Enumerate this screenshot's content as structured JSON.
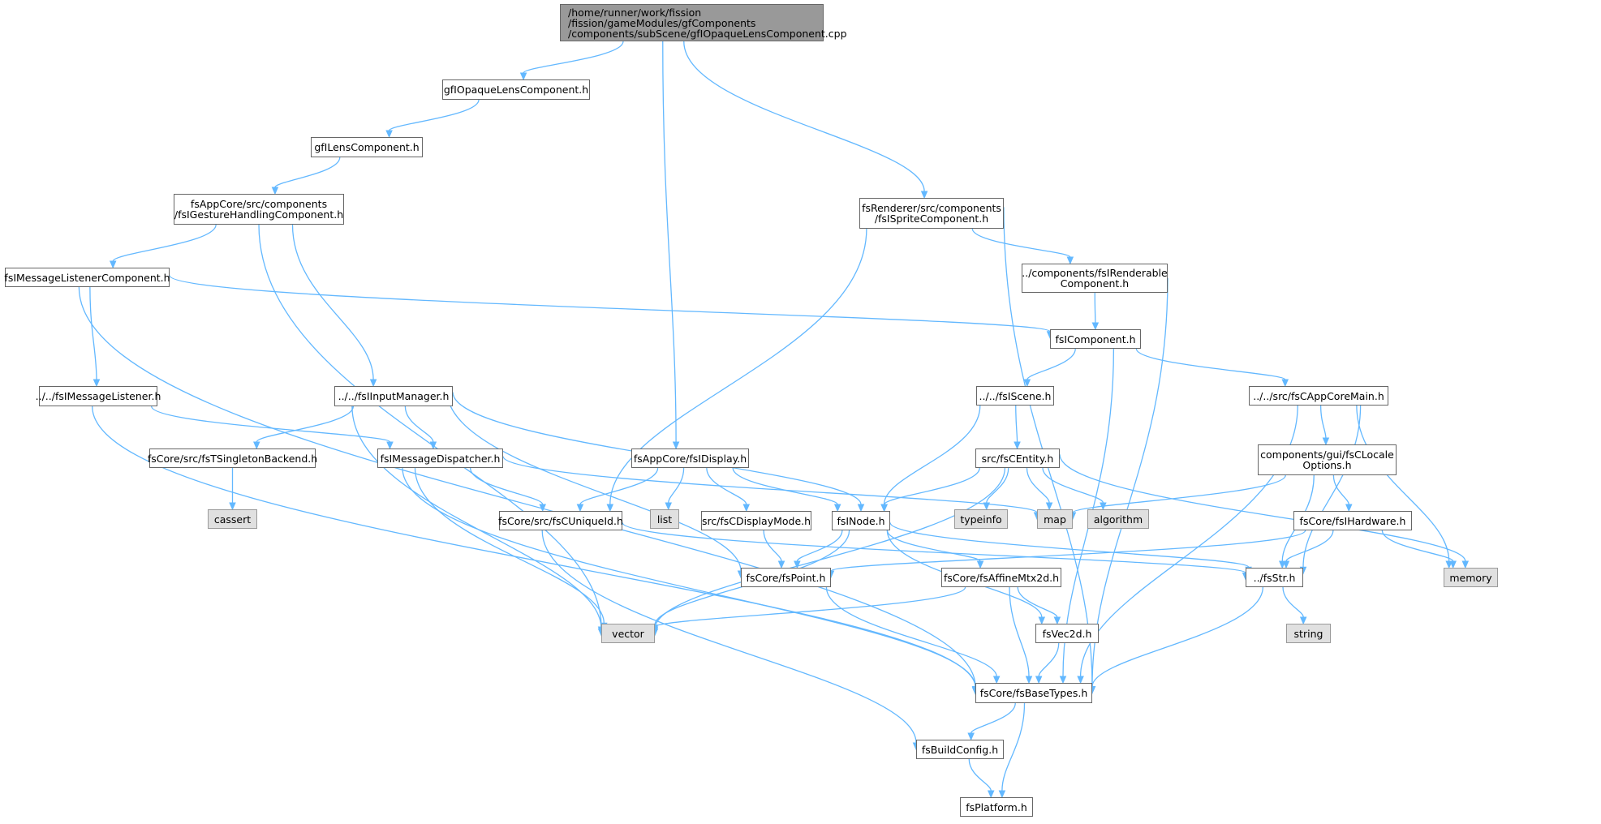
{
  "colors": {
    "edge": "#63b8ff",
    "node_border": "#666666",
    "node_fill": "#ffffff",
    "system_header_fill": "#e0e0e0",
    "root_fill": "#999999"
  },
  "nodes": [
    {
      "id": "root",
      "label": "/home/runner/work/fission\n/fission/gameModules/gfComponents\n/components/subScene/gfIOpaqueLensComponent.cpp",
      "kind": "root"
    },
    {
      "id": "gfIOpaque",
      "label": "gfIOpaqueLensComponent.h",
      "kind": "header"
    },
    {
      "id": "gfILens",
      "label": "gfILensComponent.h",
      "kind": "header"
    },
    {
      "id": "gesture",
      "label": "fsAppCore/src/components\n/fsIGestureHandlingComponent.h",
      "kind": "header"
    },
    {
      "id": "msgListenerComp",
      "label": "fsIMessageListenerComponent.h",
      "kind": "header"
    },
    {
      "id": "msgListener",
      "label": "../../fsIMessageListener.h",
      "kind": "header"
    },
    {
      "id": "inputMgr",
      "label": "../../fsIInputManager.h",
      "kind": "header"
    },
    {
      "id": "singleton",
      "label": "fsCore/src/fsTSingletonBackend.h",
      "kind": "header"
    },
    {
      "id": "cassert",
      "label": "cassert",
      "kind": "system"
    },
    {
      "id": "msgDispatcher",
      "label": "fsIMessageDispatcher.h",
      "kind": "header"
    },
    {
      "id": "display",
      "label": "fsAppCore/fsIDisplay.h",
      "kind": "header"
    },
    {
      "id": "list",
      "label": "list",
      "kind": "system"
    },
    {
      "id": "uniqueId",
      "label": "fsCore/src/fsCUniqueId.h",
      "kind": "header"
    },
    {
      "id": "displayMode",
      "label": "src/fsCDisplayMode.h",
      "kind": "header"
    },
    {
      "id": "inode",
      "label": "fsINode.h",
      "kind": "header"
    },
    {
      "id": "point",
      "label": "fsCore/fsPoint.h",
      "kind": "header"
    },
    {
      "id": "vector",
      "label": "vector",
      "kind": "system"
    },
    {
      "id": "affine",
      "label": "fsCore/fsAffineMtx2d.h",
      "kind": "header"
    },
    {
      "id": "vec2d",
      "label": "fsVec2d.h",
      "kind": "header"
    },
    {
      "id": "baseTypes",
      "label": "fsCore/fsBaseTypes.h",
      "kind": "header"
    },
    {
      "id": "buildConfig",
      "label": "fsBuildConfig.h",
      "kind": "header"
    },
    {
      "id": "platform",
      "label": "fsPlatform.h",
      "kind": "header"
    },
    {
      "id": "sprite",
      "label": "fsRenderer/src/components\n/fsISpriteComponent.h",
      "kind": "header"
    },
    {
      "id": "renderable",
      "label": "../components/fsIRenderable\nComponent.h",
      "kind": "header"
    },
    {
      "id": "component",
      "label": "fsIComponent.h",
      "kind": "header"
    },
    {
      "id": "scene",
      "label": "../../fsIScene.h",
      "kind": "header"
    },
    {
      "id": "entity",
      "label": "src/fsCEntity.h",
      "kind": "header"
    },
    {
      "id": "typeinfo",
      "label": "typeinfo",
      "kind": "system"
    },
    {
      "id": "map",
      "label": "map",
      "kind": "system"
    },
    {
      "id": "algorithm",
      "label": "algorithm",
      "kind": "system"
    },
    {
      "id": "appCoreMain",
      "label": "../../src/fsCAppCoreMain.h",
      "kind": "header"
    },
    {
      "id": "locale",
      "label": "components/gui/fsCLocale\nOptions.h",
      "kind": "header"
    },
    {
      "id": "hardware",
      "label": "fsCore/fsIHardware.h",
      "kind": "header"
    },
    {
      "id": "str",
      "label": "../fsStr.h",
      "kind": "header"
    },
    {
      "id": "memory",
      "label": "memory",
      "kind": "system"
    },
    {
      "id": "string",
      "label": "string",
      "kind": "system"
    }
  ],
  "edges": [
    [
      "root",
      "gfIOpaque"
    ],
    [
      "root",
      "display"
    ],
    [
      "root",
      "sprite"
    ],
    [
      "gfIOpaque",
      "gfILens"
    ],
    [
      "gfILens",
      "gesture"
    ],
    [
      "gesture",
      "msgListenerComp"
    ],
    [
      "gesture",
      "inputMgr"
    ],
    [
      "gesture",
      "vector"
    ],
    [
      "msgListenerComp",
      "msgListener"
    ],
    [
      "msgListenerComp",
      "component"
    ],
    [
      "msgListenerComp",
      "baseTypes"
    ],
    [
      "msgListener",
      "msgDispatcher"
    ],
    [
      "msgListener",
      "baseTypes"
    ],
    [
      "inputMgr",
      "singleton"
    ],
    [
      "inputMgr",
      "msgDispatcher"
    ],
    [
      "inputMgr",
      "inode"
    ],
    [
      "inputMgr",
      "point"
    ],
    [
      "inputMgr",
      "vector"
    ],
    [
      "singleton",
      "cassert"
    ],
    [
      "msgDispatcher",
      "uniqueId"
    ],
    [
      "msgDispatcher",
      "map"
    ],
    [
      "msgDispatcher",
      "vector"
    ],
    [
      "msgDispatcher",
      "baseTypes"
    ],
    [
      "display",
      "list"
    ],
    [
      "display",
      "uniqueId"
    ],
    [
      "display",
      "displayMode"
    ],
    [
      "display",
      "inode"
    ],
    [
      "uniqueId",
      "str"
    ],
    [
      "uniqueId",
      "buildConfig"
    ],
    [
      "displayMode",
      "point"
    ],
    [
      "inode",
      "point"
    ],
    [
      "inode",
      "vector"
    ],
    [
      "inode",
      "affine"
    ],
    [
      "inode",
      "vec2d"
    ],
    [
      "inode",
      "str"
    ],
    [
      "point",
      "baseTypes"
    ],
    [
      "affine",
      "vector"
    ],
    [
      "affine",
      "vec2d"
    ],
    [
      "affine",
      "baseTypes"
    ],
    [
      "vec2d",
      "baseTypes"
    ],
    [
      "baseTypes",
      "buildConfig"
    ],
    [
      "baseTypes",
      "platform"
    ],
    [
      "buildConfig",
      "platform"
    ],
    [
      "sprite",
      "uniqueId"
    ],
    [
      "sprite",
      "renderable"
    ],
    [
      "sprite",
      "baseTypes"
    ],
    [
      "renderable",
      "component"
    ],
    [
      "renderable",
      "baseTypes"
    ],
    [
      "component",
      "scene"
    ],
    [
      "component",
      "appCoreMain"
    ],
    [
      "component",
      "baseTypes"
    ],
    [
      "scene",
      "entity"
    ],
    [
      "scene",
      "inode"
    ],
    [
      "entity",
      "inode"
    ],
    [
      "entity",
      "vector"
    ],
    [
      "entity",
      "typeinfo"
    ],
    [
      "entity",
      "map"
    ],
    [
      "entity",
      "algorithm"
    ],
    [
      "entity",
      "memory"
    ],
    [
      "appCoreMain",
      "locale"
    ],
    [
      "appCoreMain",
      "str"
    ],
    [
      "appCoreMain",
      "memory"
    ],
    [
      "appCoreMain",
      "baseTypes"
    ],
    [
      "locale",
      "map"
    ],
    [
      "locale",
      "hardware"
    ],
    [
      "locale",
      "str"
    ],
    [
      "hardware",
      "point"
    ],
    [
      "hardware",
      "str"
    ],
    [
      "hardware",
      "memory"
    ],
    [
      "str",
      "string"
    ],
    [
      "str",
      "baseTypes"
    ]
  ]
}
